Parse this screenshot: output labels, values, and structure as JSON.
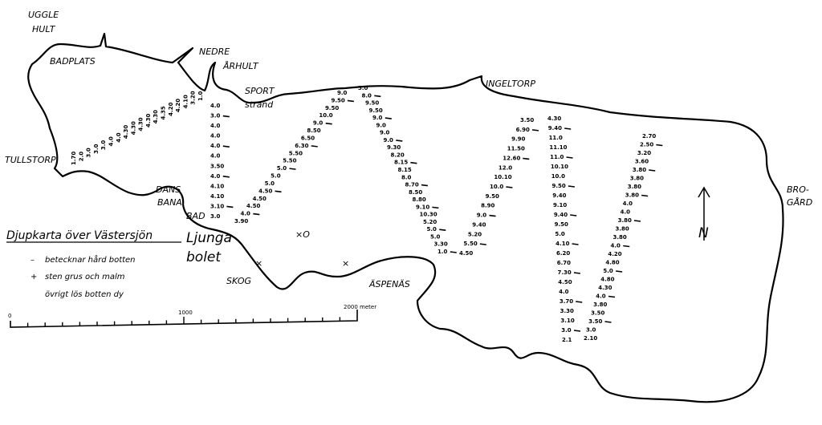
{
  "title": "Djupkarta över Västersjön",
  "legend": [
    {
      "symbol": "–",
      "text": "betecknar hård botten"
    },
    {
      "symbol": "+",
      "text": "sten grus och malm"
    },
    {
      "symbol": "",
      "text": "övrigt lös botten dy"
    }
  ],
  "scale": {
    "start": "0",
    "mid": "1000",
    "end": "2000 meter"
  },
  "places": {
    "uggle": "UGGLE",
    "hult": "HULT",
    "badplats": "BADPLATS",
    "nedre": "NEDRE",
    "arhult": "ÅRHULT",
    "sport": "SPORT",
    "strand": "strand",
    "ingeltorp": "INGELTORP",
    "tullstorp": "TULLSTORP",
    "dans": "DANS",
    "bana": "BANA",
    "bad": "BAD",
    "ljunga": "Ljunga",
    "bolet": "bolet",
    "skog": "SKOG",
    "aspenas": "ÄSPENÄS",
    "bro": "BRO-",
    "gard": "GÅRD",
    "north": "N"
  },
  "markers": {
    "o": "×O",
    "x1": "×",
    "x2": "×"
  },
  "transects": [
    {
      "name": "t1",
      "depths": [
        "1.70",
        "2.0",
        "3.0",
        "3.0",
        "3.0",
        "4.0",
        "4.0",
        "4.30",
        "4.30",
        "4.30",
        "4.30",
        "4.30",
        "4.35",
        "4.20",
        "4.20",
        "4.10",
        "3.20",
        "1.0"
      ]
    },
    {
      "name": "t2",
      "depths": [
        "4.0",
        "3.0",
        "4.0",
        "4.0",
        "4.0",
        "4.0",
        "3.50",
        "4.0",
        "4.10",
        "4.10",
        "3.10",
        "3.0"
      ]
    },
    {
      "name": "t3",
      "depths": [
        "3.90",
        "4.0",
        "4.50",
        "4.50",
        "4.50",
        "5.0",
        "5.0",
        "5.0",
        "5.50",
        "5.50",
        "6.30",
        "6.50",
        "8.50",
        "9.0",
        "10.0",
        "9.50",
        "9.50",
        "9.0"
      ]
    },
    {
      "name": "t4",
      "depths": [
        "3.0",
        "8.0",
        "9.50",
        "9.50",
        "9.0",
        "9.0",
        "9.0",
        "9.0",
        "9.30",
        "8.20",
        "8.15",
        "8.15",
        "8.0",
        "8.70",
        "8.50",
        "8.80",
        "9.10",
        "10.30",
        "5.20",
        "5.0",
        "5.0",
        "3.30",
        "1.0"
      ]
    },
    {
      "name": "t5",
      "depths": [
        "4.50",
        "5.50",
        "5.20",
        "9.40",
        "9.0",
        "8.90",
        "9.50",
        "10.0",
        "10.10",
        "12.0",
        "12.60",
        "11.50",
        "9.90",
        "6.90",
        "3.50"
      ]
    },
    {
      "name": "t6",
      "depths": [
        "4.30",
        "9.40",
        "11.0",
        "11.10",
        "11.0",
        "10.10",
        "10.0",
        "9.50",
        "9.40",
        "9.10",
        "9.40",
        "9.50",
        "5.0",
        "4.10",
        "6.20",
        "6.70",
        "7.30",
        "4.50",
        "4.0",
        "3.70",
        "3.30",
        "3.10",
        "3.0",
        "2.1"
      ]
    },
    {
      "name": "t7",
      "depths": [
        "2.70",
        "2.50",
        "3.20",
        "3.60",
        "3.80",
        "3.80",
        "3.80",
        "3.80",
        "4.0",
        "4.0",
        "3.80",
        "3.80",
        "3.80",
        "4.0",
        "4.20",
        "4.80",
        "5.0",
        "4.80",
        "4.30",
        "4.0",
        "3.80",
        "3.50",
        "3.50",
        "3.0",
        "2.10"
      ]
    }
  ]
}
